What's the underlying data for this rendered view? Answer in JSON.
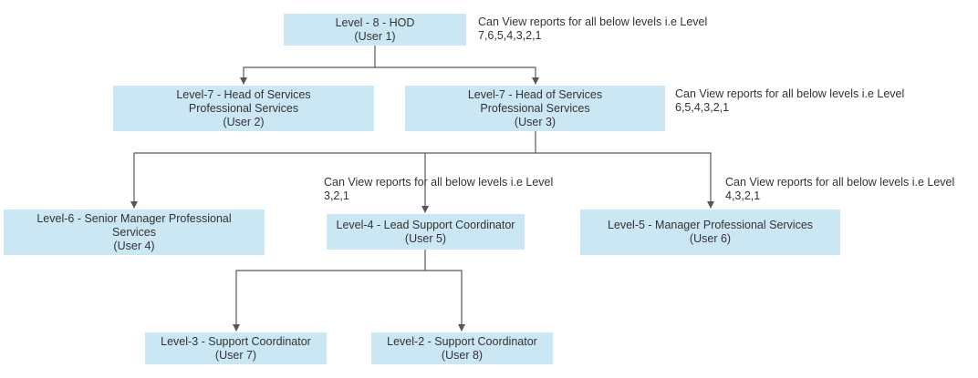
{
  "colors": {
    "node_fill": "#cce7f4",
    "connector": "#595959",
    "text": "#333333"
  },
  "nodes": {
    "user1": {
      "line1": "Level - 8 - HOD",
      "line2": "(User 1)"
    },
    "user2": {
      "line1": "Level-7 - Head of Services",
      "line2": "Professional Services",
      "line3": "(User 2)"
    },
    "user3": {
      "line1": "Level-7 - Head of Services",
      "line2": "Professional Services",
      "line3": "(User 3)"
    },
    "user4": {
      "line1": "Level-6 - Senior Manager Professional",
      "line2": "Services",
      "line3": "(User 4)"
    },
    "user5": {
      "line1": "Level-4 - Lead Support Coordinator",
      "line2": "(User 5)"
    },
    "user6": {
      "line1": "Level-5 - Manager Professional Services",
      "line2": "(User 6)"
    },
    "user7": {
      "line1": "Level-3 - Support Coordinator",
      "line2": "(User 7)"
    },
    "user8": {
      "line1": "Level-2 - Support Coordinator",
      "line2": "(User 8)"
    }
  },
  "notes": {
    "user1": {
      "line1": "Can View reports for all below levels i.e Level",
      "line2": "7,6,5,4,3,2,1"
    },
    "user3": {
      "line1": "Can View reports for all below levels i.e Level",
      "line2": "6,5,4,3,2,1"
    },
    "user5": {
      "line1": "Can View reports for all below levels i.e Level",
      "line2": "3,2,1"
    },
    "user6": {
      "line1": "Can View reports for all below levels i.e Level",
      "line2": "4,3,2,1"
    }
  }
}
